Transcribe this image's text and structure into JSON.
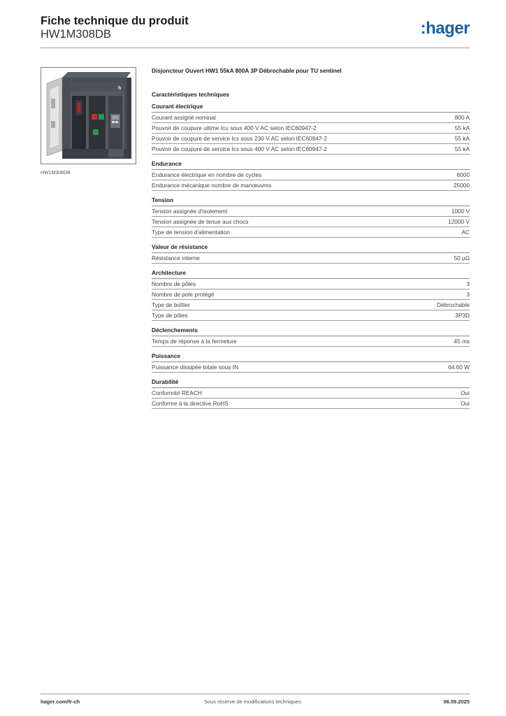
{
  "header": {
    "title": "Fiche technique du produit",
    "reference": "HW1M308DB",
    "logo": ":hager",
    "logo_color": "#1560a8"
  },
  "image": {
    "caption": "HW1M308DB"
  },
  "product": {
    "name": "Disjoncteur Ouvert HW1 55kA 800A 3P Débrochable pour TU sentinel"
  },
  "section_title": "Caractéristiques techniques",
  "groups": [
    {
      "title": "Courant électrique",
      "rows": [
        {
          "label": "Courant assigné nominal",
          "value": "800 A"
        },
        {
          "label": "Pouvoir de coupure ultime Icu sous 400 V AC selon IEC60947-2",
          "value": "55 kA"
        },
        {
          "label": "Pouvoir de coupure de service Ics sous 230 V AC selon IEC60947-2",
          "value": "55 kA"
        },
        {
          "label": "Pouvoir de coupure de service Ics sous 400 V AC selon IEC60947-2",
          "value": "55 kA"
        }
      ]
    },
    {
      "title": "Endurance",
      "rows": [
        {
          "label": "Endurance électrique en nombre de cycles",
          "value": "6000"
        },
        {
          "label": "Endurance mécanique nombre de manœuvres",
          "value": "25000"
        }
      ]
    },
    {
      "title": "Tension",
      "rows": [
        {
          "label": "Tension assignée d'isolement",
          "value": "1000 V"
        },
        {
          "label": "Tension assignée de tenue aux chocs",
          "value": "12000 V"
        },
        {
          "label": "Type de tension d'alimentation",
          "value": "AC"
        }
      ]
    },
    {
      "title": "Valeur de résistance",
      "rows": [
        {
          "label": "Résistance interne",
          "value": "50 µΩ"
        }
      ]
    },
    {
      "title": "Architecture",
      "rows": [
        {
          "label": "Nombre de pôles",
          "value": "3"
        },
        {
          "label": "Nombre de pole protégé",
          "value": "3"
        },
        {
          "label": "Type de boîtier",
          "value": "Débrochable"
        },
        {
          "label": "Type de pôles",
          "value": "3P3D"
        }
      ]
    },
    {
      "title": "Déclenchements",
      "rows": [
        {
          "label": "Temps de réponse à la fermeture",
          "value": "45 ms"
        }
      ]
    },
    {
      "title": "Puissance",
      "rows": [
        {
          "label": "Puissance dissipée totale sous IN",
          "value": "64.60 W"
        }
      ]
    },
    {
      "title": "Durabilité",
      "rows": [
        {
          "label": "Conformité REACH",
          "value": "Oui"
        },
        {
          "label": "Conforme à la directive RoHS",
          "value": "Oui"
        }
      ]
    }
  ],
  "footer": {
    "website": "hager.com/fr-ch",
    "disclaimer": "Sous réserve de modifications techniques",
    "date": "06.09.2025"
  }
}
